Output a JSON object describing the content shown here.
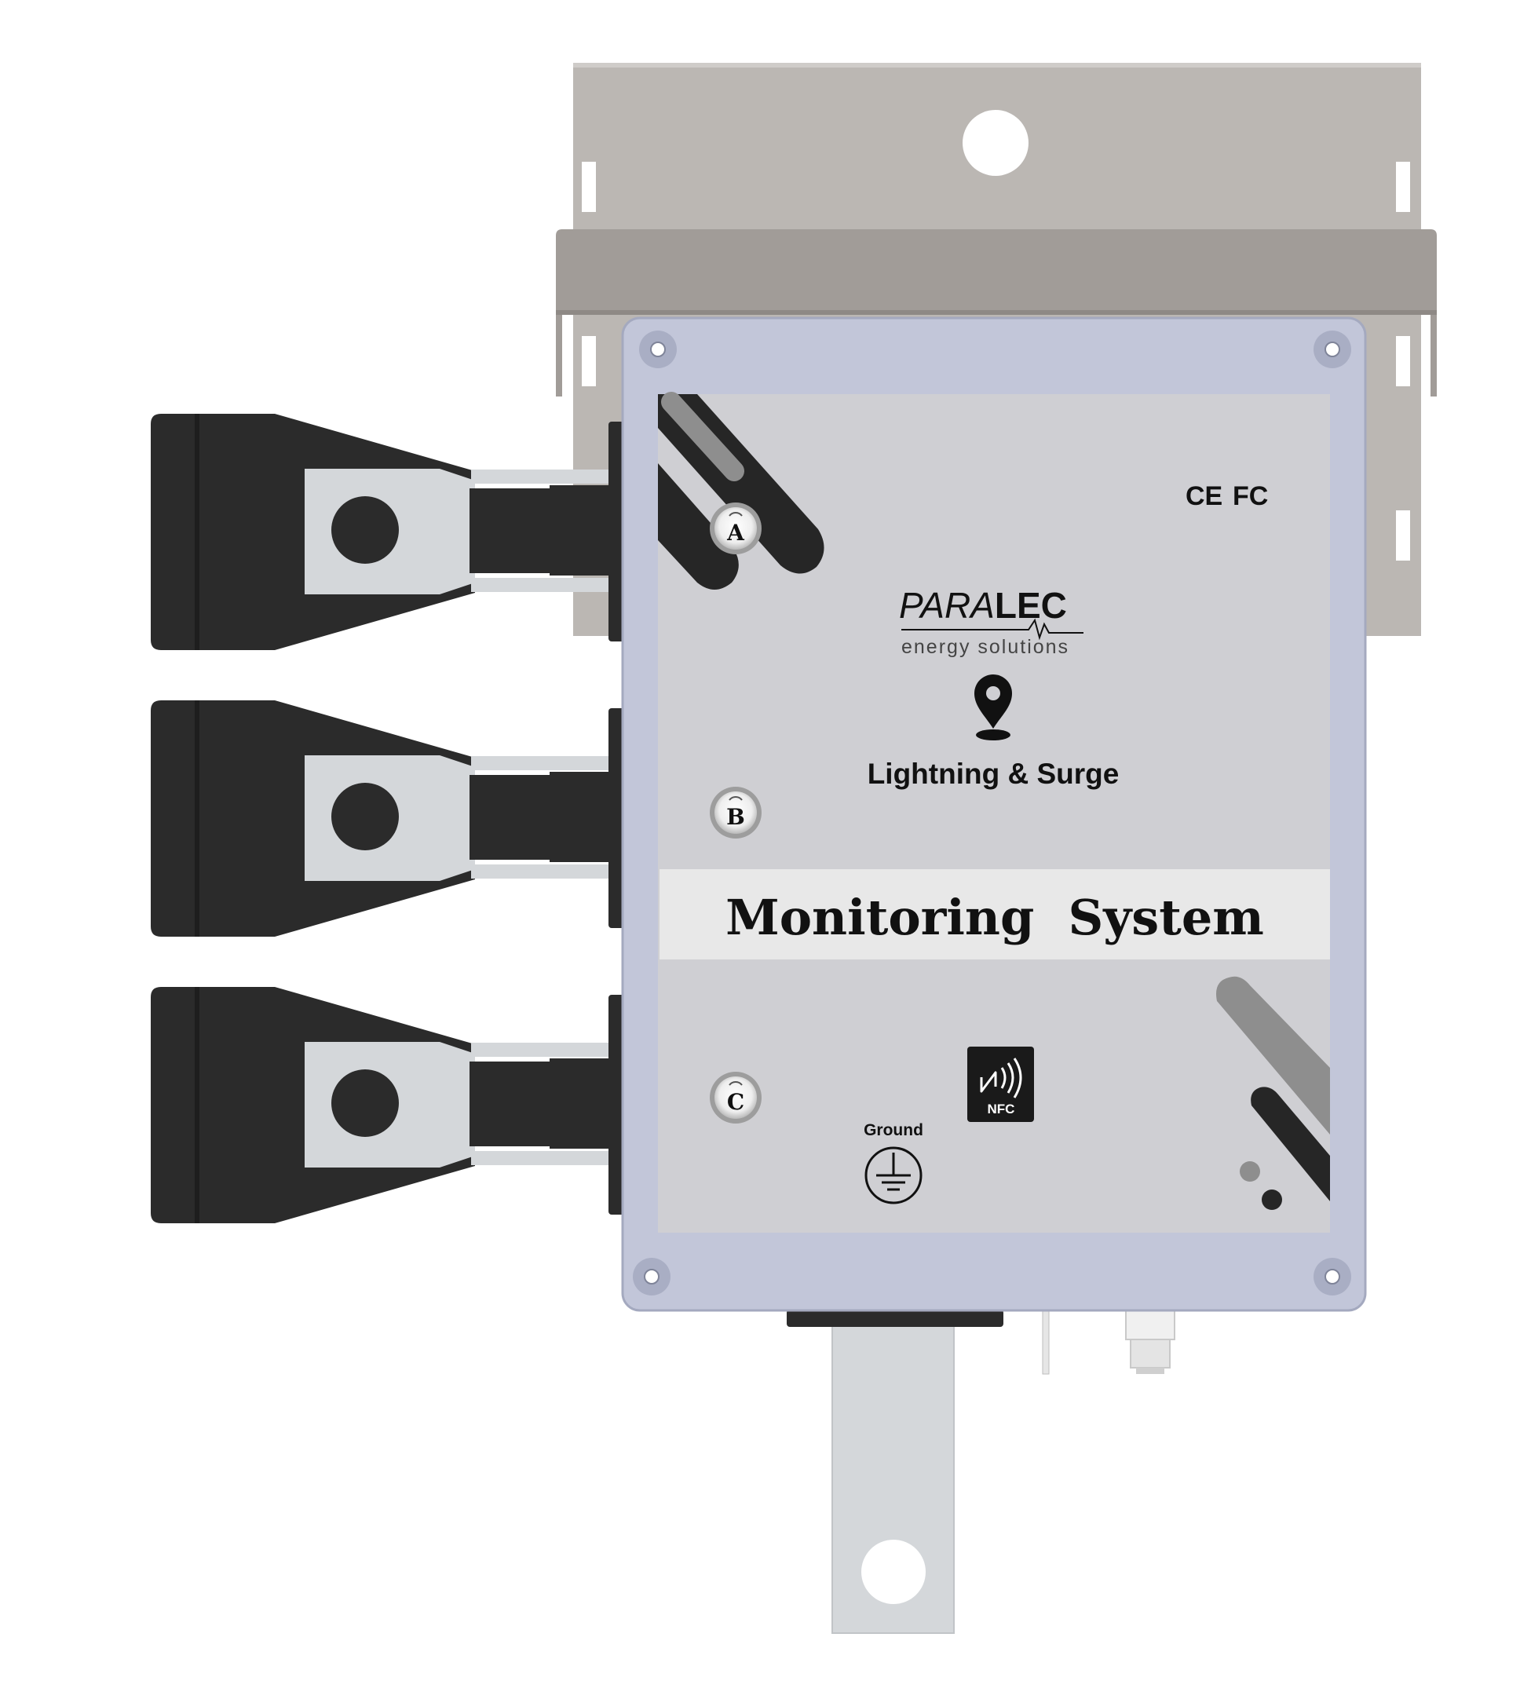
{
  "certifications": {
    "ce": "CE",
    "fcc": "FC"
  },
  "brand": {
    "name_part1": "PARA",
    "name_part2": "LEC",
    "tagline": "energy solutions"
  },
  "product": {
    "subtitle": "Lightning & Surge",
    "title": "Monitoring  System"
  },
  "phases": [
    "A",
    "B",
    "C"
  ],
  "nfc": {
    "label": "NFC"
  },
  "ground": {
    "label": "Ground"
  },
  "colors": {
    "bracket": "#bbb7b3",
    "bracket_flange": "#a19c98",
    "enclosure_frame": "#c2c6d9",
    "panel": "#cfcfd3",
    "band": "#e8e8e8",
    "terminal_dark": "#2b2b2b",
    "lug_plate": "#d4d7da"
  },
  "icons": [
    "location-pin-icon",
    "nfc-icon",
    "ground-symbol-icon",
    "phase-indicator-icon"
  ]
}
